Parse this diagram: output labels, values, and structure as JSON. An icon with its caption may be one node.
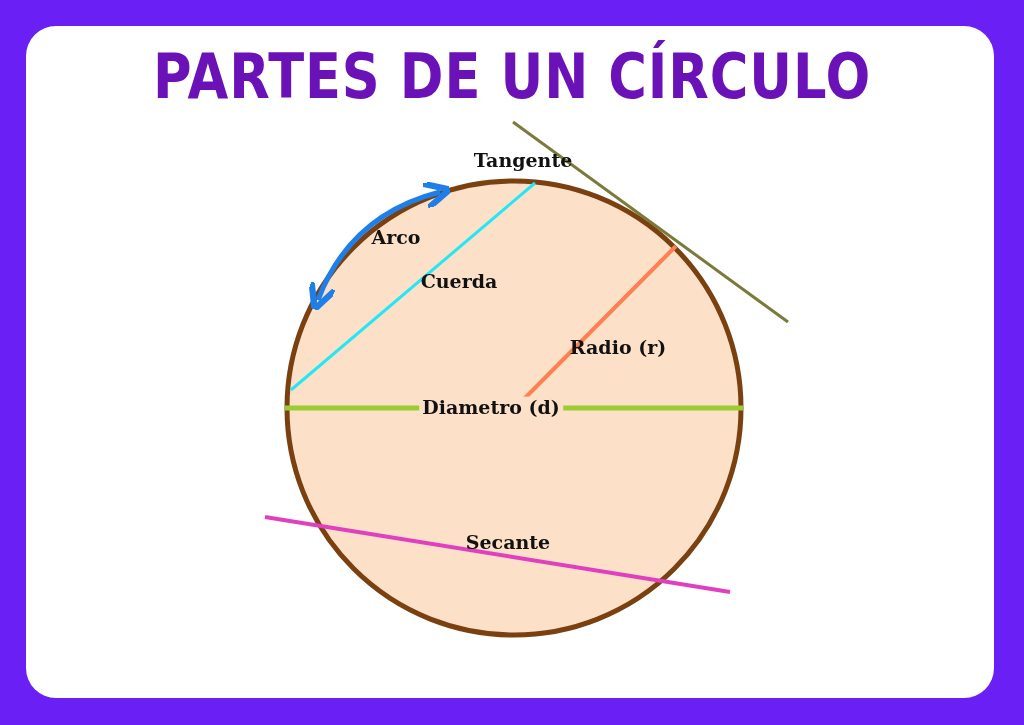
{
  "diagram": {
    "title": "PARTES DE UN CÍRCULO",
    "labels": [
      "Tangente",
      "Arco",
      "Cuerda",
      "Radio (r)",
      "Diametro (d)",
      "Secante"
    ]
  }
}
